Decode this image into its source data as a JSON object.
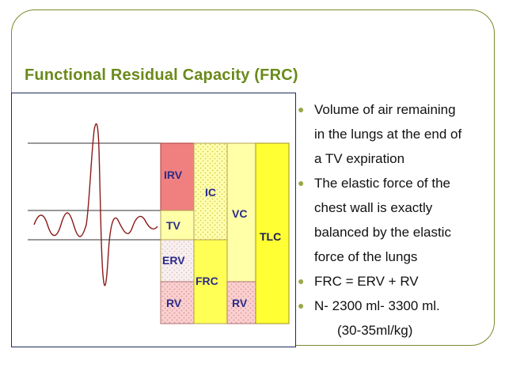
{
  "title": "Functional Residual Capacity (FRC)",
  "colors": {
    "title": "#6a8a1a",
    "frame": "#7a8a2a",
    "irv": "#f08080",
    "ic": "#ffffa8",
    "vc": "#ffffa8",
    "tlc": "#ffff33",
    "tv": "#ffffa8",
    "erv": "#f6d8d8",
    "rv": "#f9caca",
    "frc": "#ffff55",
    "label": "#2a2a8a",
    "tlc_label": "#1a1a5a",
    "wave": "#8b1a1a"
  },
  "diagram": {
    "labels": {
      "irv": "IRV",
      "tv": "TV",
      "erv": "ERV",
      "rv_left": "RV",
      "ic": "IC",
      "frc": "FRC",
      "vc": "VC",
      "rv_right": "RV",
      "tlc": "TLC"
    }
  },
  "bullets": [
    {
      "text": "Volume of air remaining\nin the lungs at the end of\na TV expiration"
    },
    {
      "text": "The elastic force of the\nchest wall is exactly\nbalanced by the elastic\nforce of the lungs"
    },
    {
      "text": "FRC = ERV + RV"
    },
    {
      "text": "N- 2300 ml- 3300 ml."
    }
  ],
  "sub_note": "(30-35ml/kg)"
}
